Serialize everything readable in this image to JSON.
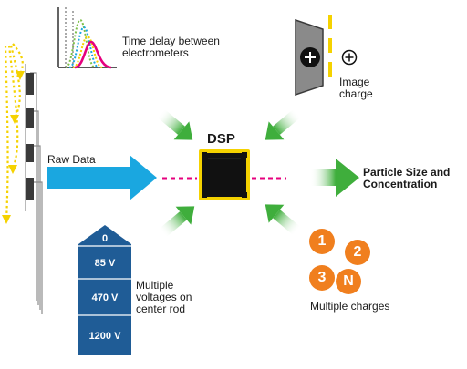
{
  "labels": {
    "time_delay": "Time delay between electrometers",
    "image_charge": "Image charge",
    "raw_data": "Raw Data",
    "dsp": "DSP",
    "output": "Particle Size and Concentration",
    "voltages_caption": "Multiple voltages on center rod",
    "charges_caption": "Multiple charges"
  },
  "voltages": [
    "0",
    "85 V",
    "470 V",
    "1200 V"
  ],
  "charges": [
    "1",
    "2",
    "3",
    "N"
  ],
  "colors": {
    "green": "#3fae3c",
    "blue": "#1aa7e0",
    "yellow": "#f5d200",
    "magenta": "#e6007e",
    "orange": "#f07f1e",
    "navy": "#1f5c96",
    "chip": "#111111",
    "gray": "#8c8c8c"
  }
}
